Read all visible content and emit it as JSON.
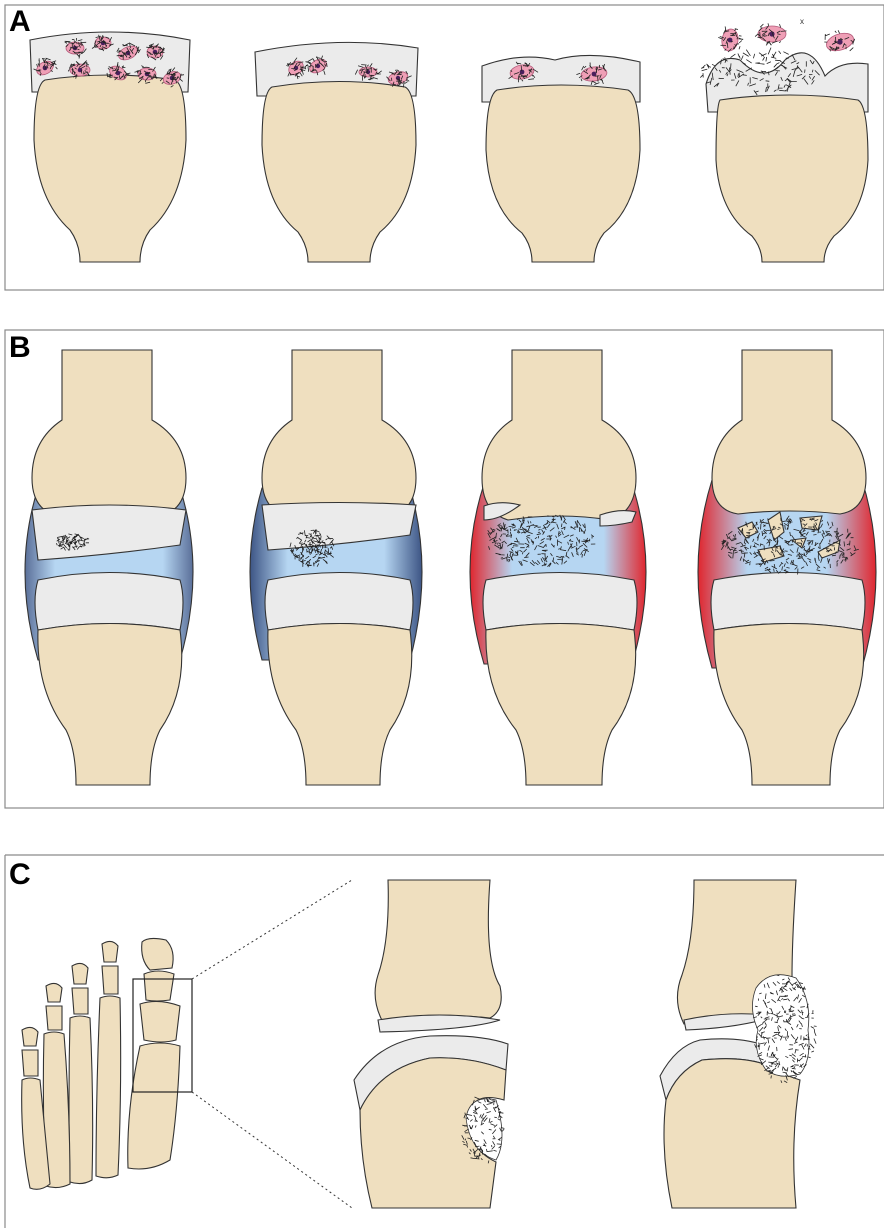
{
  "panels": [
    {
      "label": "A"
    },
    {
      "label": "B"
    },
    {
      "label": "C"
    }
  ],
  "small_mark": "x",
  "colors": {
    "bone": "#efdfbf",
    "cartilage": "#ebebeb",
    "synovial_fluid": "#b6d6f2",
    "synovium_quiet": "#5a6f99",
    "synovium_inflamed": "#e0262e",
    "chondrocyte": "#ef9fb6",
    "nucleus": "#4a1f5c",
    "outline": "#333333"
  }
}
